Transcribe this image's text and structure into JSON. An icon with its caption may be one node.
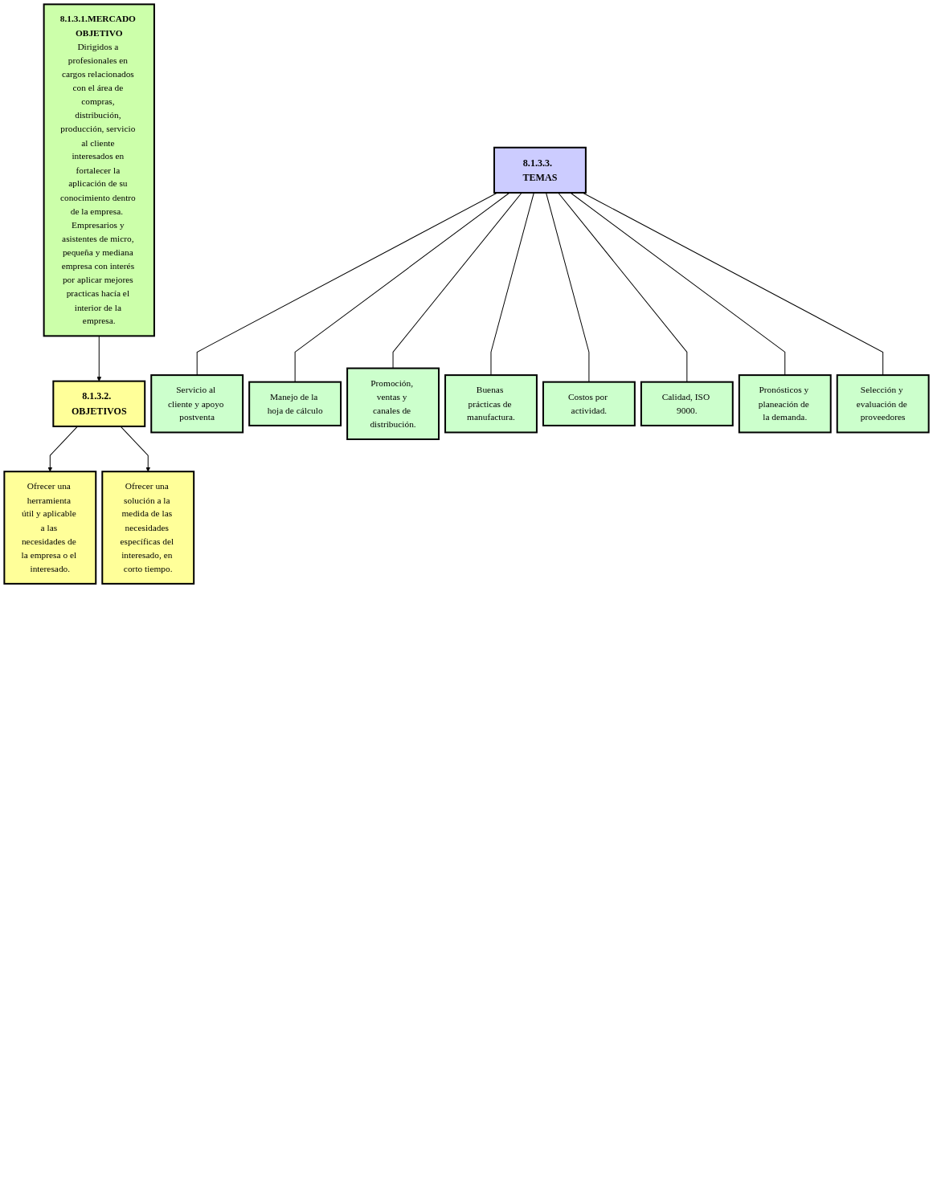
{
  "diagram": {
    "nodes": [
      {
        "text": [
          "8.1.3.1.MERCADO OBJETIVO",
          "Dirigidos a profesionales en cargos relacionados con el área de compras, distribución, producción, servicio al cliente interesados en fortalecer la aplicación de su conocimiento dentro de la empresa.  Empresarios y asistentes de micro, pequeña y mediana empresa con interés por aplicar mejores practicas hacía el interior de la empresa."
        ]
      },
      {
        "text": [
          "8.1.3.2.  OBJETIVOS"
        ]
      },
      {
        "text": [
          "Ofrecer una herramienta útil y aplicable a las necesidades de la empresa o el interesado."
        ]
      },
      {
        "text": [
          "Ofrecer una solución a la medida de las necesidades específicas del interesado, en corto tiempo."
        ]
      },
      {
        "text": [
          "8.1.3.3.  TEMAS"
        ]
      },
      {
        "text": [
          "Servicio al cliente y apoyo postventa"
        ]
      },
      {
        "text": [
          "Manejo de la hoja de cálculo"
        ]
      },
      {
        "text": [
          "Promoción, ventas y canales de distribución."
        ]
      },
      {
        "text": [
          "Buenas prácticas de manufactura."
        ]
      },
      {
        "text": [
          "Costos por actividad."
        ]
      },
      {
        "text": [
          "Calidad, ISO 9000."
        ]
      },
      {
        "text": [
          "Pronósticos y planeación de la demanda."
        ]
      },
      {
        "text": [
          "Selección y evaluación de proveedores"
        ]
      }
    ],
    "edges": [
      {
        "from": 0,
        "to": 1,
        "arrow": "to"
      },
      {
        "from": 1,
        "to": 2,
        "arrow": "to"
      },
      {
        "from": 1,
        "to": 3,
        "arrow": "to"
      },
      {
        "from": 4,
        "to": 5,
        "arrow": "none"
      },
      {
        "from": 4,
        "to": 9,
        "arrow": "none"
      },
      {
        "from": 4,
        "to": 6,
        "arrow": "none"
      },
      {
        "from": 4,
        "to": 10,
        "arrow": "none"
      },
      {
        "from": 4,
        "to": 7,
        "arrow": "none"
      },
      {
        "from": 4,
        "to": 11,
        "arrow": "none"
      },
      {
        "from": 4,
        "to": 8,
        "arrow": "none"
      },
      {
        "from": 4,
        "to": 12,
        "arrow": "none"
      }
    ]
  }
}
